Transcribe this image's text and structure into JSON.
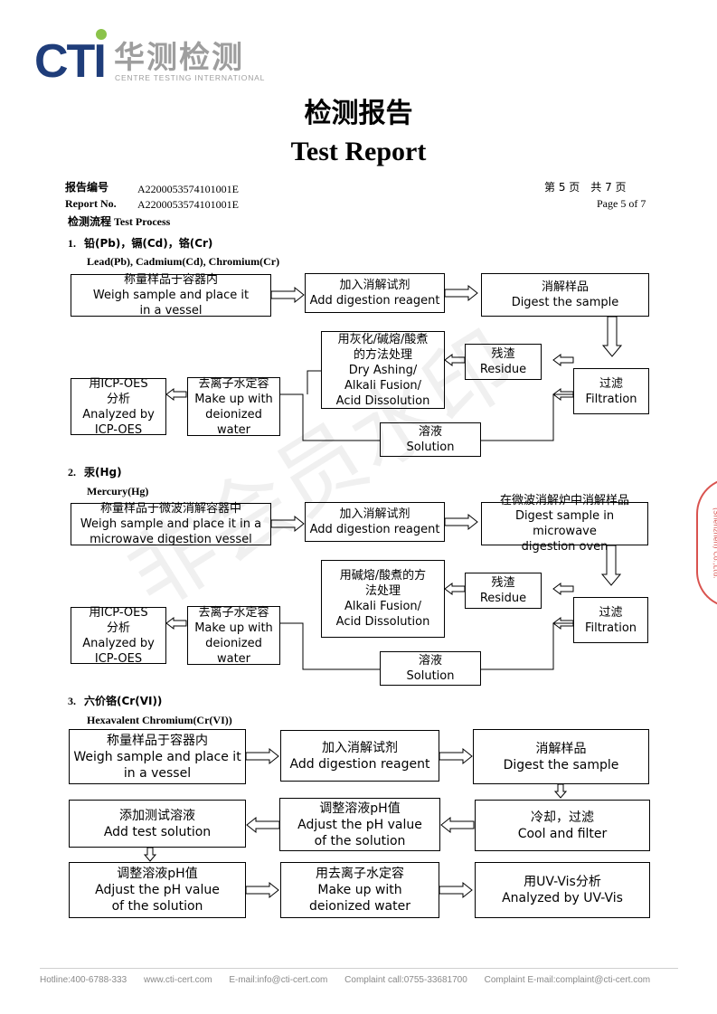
{
  "header": {
    "logo_text": "CTI",
    "logo_cn": "华测检测",
    "logo_en": "CENTRE TESTING INTERNATIONAL",
    "title_cn": "检测报告",
    "title_en": "Test Report"
  },
  "meta": {
    "report_no_label_cn": "报告编号",
    "report_no_label_en": "Report No.",
    "report_no": "A2200053574101001E",
    "page_cn": "第 5 页　共 7 页",
    "page_en": "Page 5 of 7"
  },
  "process": {
    "heading_cn": "检测流程",
    "heading_en": "Test Process"
  },
  "section1": {
    "num": "1.",
    "title_cn": "铅(Pb)，镉(Cd)，铬(Cr)",
    "title_en": "Lead(Pb), Cadmium(Cd), Chromium(Cr)",
    "boxes": {
      "weigh": [
        "称量样品于容器内",
        "Weigh sample and place it",
        "in a vessel"
      ],
      "add": [
        "加入消解试剂",
        "Add digestion reagent"
      ],
      "digest": [
        "消解样品",
        "Digest the sample"
      ],
      "treat": [
        "用灰化/碱熔/酸煮",
        "的方法处理",
        "Dry Ashing/",
        "Alkali Fusion/",
        "Acid Dissolution"
      ],
      "residue": [
        "残渣",
        "Residue"
      ],
      "filter": [
        "过滤",
        "Filtration"
      ],
      "makeup": [
        "去离子水定容",
        "Make up with",
        "deionized water"
      ],
      "icp": [
        "用ICP-OES",
        "分析",
        "Analyzed by",
        "ICP-OES"
      ],
      "solution": [
        "溶液",
        "Solution"
      ]
    }
  },
  "section2": {
    "num": "2.",
    "title_cn": "汞(Hg)",
    "title_en": "Mercury(Hg)",
    "boxes": {
      "weigh": [
        "称量样品于微波消解容器中",
        "Weigh sample and place it in a",
        "microwave digestion vessel"
      ],
      "add": [
        "加入消解试剂",
        "Add digestion reagent"
      ],
      "digest": [
        "在微波消解炉中消解样品",
        "Digest sample in microwave",
        "digestion oven"
      ],
      "treat": [
        "用碱熔/酸煮的方",
        "法处理",
        "Alkali Fusion/",
        "Acid Dissolution"
      ],
      "residue": [
        "残渣",
        "Residue"
      ],
      "filter": [
        "过滤",
        "Filtration"
      ],
      "makeup": [
        "去离子水定容",
        "Make up with",
        "deionized water"
      ],
      "icp": [
        "用ICP-OES",
        "分析",
        "Analyzed by",
        "ICP-OES"
      ],
      "solution": [
        "溶液",
        "Solution"
      ]
    }
  },
  "section3": {
    "num": "3.",
    "title_cn": "六价铬(Cr(VI))",
    "title_en": "Hexavalent Chromium(Cr(VI))",
    "boxes": {
      "weigh": [
        "称量样品于容器内",
        "Weigh sample and place it",
        "in a vessel"
      ],
      "add": [
        "加入消解试剂",
        "Add digestion reagent"
      ],
      "digest": [
        "消解样品",
        "Digest the sample"
      ],
      "test": [
        "添加测试溶液",
        "Add test solution"
      ],
      "adjust_mid": [
        "调整溶液pH值",
        "Adjust the pH value",
        "of the solution"
      ],
      "cool": [
        "冷却，过滤",
        "Cool and filter"
      ],
      "adjust_low": [
        "调整溶液pH值",
        "Adjust the pH value",
        "of the solution"
      ],
      "makeup": [
        "用去离子水定容",
        "Make up with",
        "deionized water"
      ],
      "uv": [
        "用UV-Vis分析",
        "Analyzed by UV-Vis"
      ]
    }
  },
  "footer": {
    "hotline": "Hotline:400-6788-333",
    "web": "www.cti-cert.com",
    "email": "E-mail:info@cti-cert.com",
    "complaint": "Complaint call:0755-33681700",
    "complaint_email": "Complaint E-mail:complaint@cti-cert.com"
  },
  "watermark": "非会员水印",
  "stamp": "(Shenzhen) Co.,Ltd."
}
